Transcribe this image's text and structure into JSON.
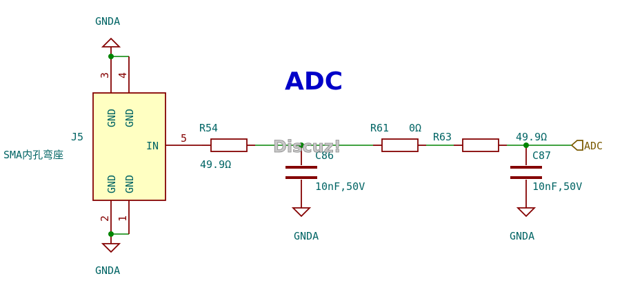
{
  "title": "ADC",
  "connector": {
    "ref": "J5",
    "value": "SMA内孔弯座",
    "pin_gnd": "GND",
    "pin_in": "IN",
    "pin_numbers": {
      "p1": "1",
      "p2": "2",
      "p3": "3",
      "p4": "4",
      "p5": "5"
    }
  },
  "gnd_label": "GNDA",
  "components": {
    "r54": {
      "ref": "R54",
      "value": "49.9Ω"
    },
    "c86": {
      "ref": "C86",
      "value": "10nF,50V"
    },
    "r61": {
      "ref": "R61",
      "value": "0Ω"
    },
    "r63": {
      "ref": "R63",
      "value": "49.9Ω"
    },
    "c87": {
      "ref": "C87",
      "value": "10nF,50V"
    }
  },
  "port": {
    "label": "ADC"
  },
  "watermark": "Discuz!",
  "colors": {
    "wire": "#008400",
    "component": "#840000",
    "body_fill": "#ffffc2",
    "label": "#006464",
    "title": "#0000c8",
    "junction": "#008400"
  }
}
